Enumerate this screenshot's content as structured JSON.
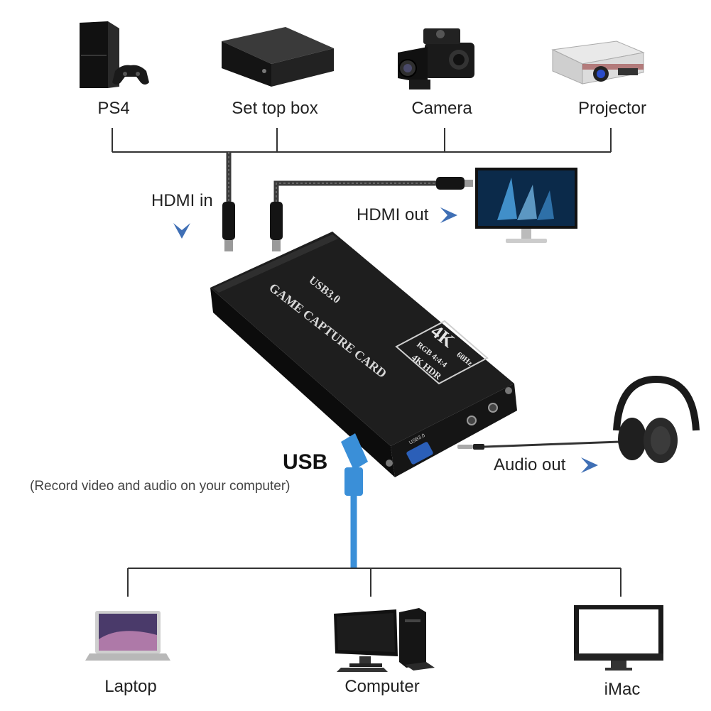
{
  "sources": [
    {
      "label": "PS4",
      "icon": "ps4-console-icon"
    },
    {
      "label": "Set top box",
      "icon": "set-top-box-icon"
    },
    {
      "label": "Camera",
      "icon": "video-camera-icon"
    },
    {
      "label": "Projector",
      "icon": "projector-icon"
    }
  ],
  "destinations": [
    {
      "label": "Laptop",
      "icon": "laptop-icon"
    },
    {
      "label": "Computer",
      "icon": "desktop-computer-icon"
    },
    {
      "label": "iMac",
      "icon": "imac-icon"
    }
  ],
  "connections": {
    "hdmi_in": "HDMI in",
    "hdmi_out": "HDMI out",
    "audio_out": "Audio out",
    "usb": "USB",
    "usb_note": "(Record video and audio on your computer)"
  },
  "device": {
    "brand_line": "USB3.0",
    "product_name": "GAME CAPTURE CARD",
    "badge_big": "4K",
    "badge_fps": "60Hz",
    "badge_rgb": "RGB 4:4:4",
    "badge_hdr": "4K HDR",
    "port_label": "USB3.0"
  },
  "colors": {
    "usb_cable": "#3a8fd8",
    "arrow": "#3f6fb5",
    "device_body": "#1b1b1b",
    "line": "#333333"
  }
}
